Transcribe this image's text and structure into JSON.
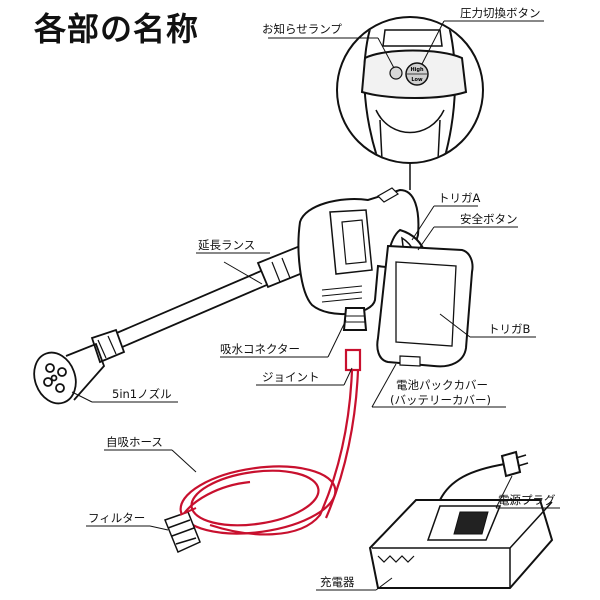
{
  "title": "各部の名称",
  "labels": {
    "notify_lamp": "お知らせランプ",
    "pressure_button": "圧力切換ボタン",
    "switch_high": "High",
    "switch_low": "Low",
    "trigger_a": "トリガA",
    "safety_button": "安全ボタン",
    "extension_lance": "延長ランス",
    "trigger_b": "トリガB",
    "intake_connector": "吸水コネクター",
    "joint": "ジョイント",
    "battery_cover": "電池パックカバー",
    "battery_cover_alt": "(バッテリーカバー)",
    "nozzle": "5in1ノズル",
    "suction_hose": "自吸ホース",
    "power_plug": "電源プラグ",
    "filter": "フィルター",
    "charger": "充電器"
  }
}
